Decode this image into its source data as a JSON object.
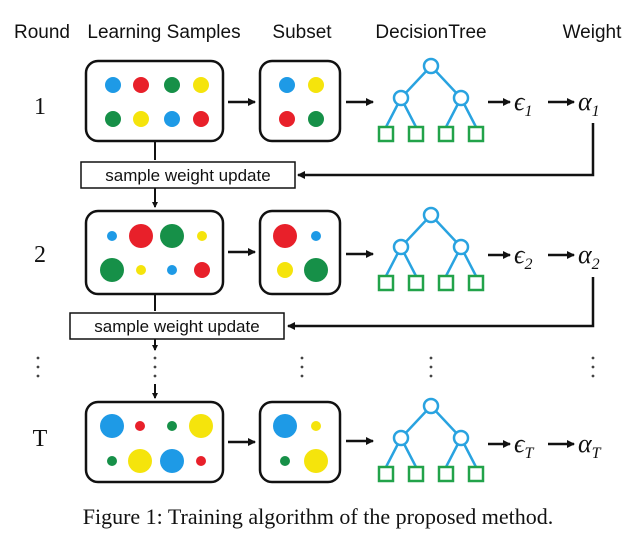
{
  "headers": {
    "round": "Round",
    "learning_samples": "Learning Samples",
    "subset": "Subset",
    "decision_tree": "DecisionTree",
    "weight": "Weight"
  },
  "rounds": [
    {
      "label": "1",
      "epsilon_symbol": "ϵ",
      "epsilon_sub": "1",
      "alpha_symbol": "α",
      "alpha_sub": "1",
      "samples": [
        {
          "color": "blue",
          "size": "medium"
        },
        {
          "color": "red",
          "size": "medium"
        },
        {
          "color": "green",
          "size": "medium"
        },
        {
          "color": "yellow",
          "size": "medium"
        },
        {
          "color": "green",
          "size": "medium"
        },
        {
          "color": "yellow",
          "size": "medium"
        },
        {
          "color": "blue",
          "size": "medium"
        },
        {
          "color": "red",
          "size": "medium"
        }
      ],
      "subset": [
        {
          "color": "blue",
          "size": "medium"
        },
        {
          "color": "yellow",
          "size": "medium"
        },
        {
          "color": "red",
          "size": "medium"
        },
        {
          "color": "green",
          "size": "medium"
        }
      ]
    },
    {
      "label": "2",
      "epsilon_symbol": "ϵ",
      "epsilon_sub": "2",
      "alpha_symbol": "α",
      "alpha_sub": "2",
      "samples": [
        {
          "color": "blue",
          "size": "small"
        },
        {
          "color": "red",
          "size": "large"
        },
        {
          "color": "green",
          "size": "large"
        },
        {
          "color": "yellow",
          "size": "small"
        },
        {
          "color": "green",
          "size": "large"
        },
        {
          "color": "yellow",
          "size": "small"
        },
        {
          "color": "blue",
          "size": "small"
        },
        {
          "color": "red",
          "size": "medium"
        }
      ],
      "subset": [
        {
          "color": "red",
          "size": "large"
        },
        {
          "color": "blue",
          "size": "small"
        },
        {
          "color": "yellow",
          "size": "medium"
        },
        {
          "color": "green",
          "size": "large"
        }
      ]
    },
    {
      "label": "T",
      "epsilon_symbol": "ϵ",
      "epsilon_sub": "T",
      "alpha_symbol": "α",
      "alpha_sub": "T",
      "samples": [
        {
          "color": "blue",
          "size": "large"
        },
        {
          "color": "red",
          "size": "small"
        },
        {
          "color": "green",
          "size": "small"
        },
        {
          "color": "yellow",
          "size": "large"
        },
        {
          "color": "green",
          "size": "small"
        },
        {
          "color": "yellow",
          "size": "large"
        },
        {
          "color": "blue",
          "size": "large"
        },
        {
          "color": "red",
          "size": "small"
        }
      ],
      "subset": [
        {
          "color": "blue",
          "size": "large"
        },
        {
          "color": "yellow",
          "size": "small"
        },
        {
          "color": "green",
          "size": "small"
        },
        {
          "color": "yellow",
          "size": "large"
        }
      ]
    }
  ],
  "update_label": "sample weight update",
  "caption": "Figure 1: Training algorithm of the proposed method.",
  "colors": {
    "blue": "#1e9ae6",
    "red": "#e8202a",
    "green": "#169048",
    "yellow": "#f5e40c",
    "tree_node": "#29a3e0",
    "tree_leaf": "#22a34a",
    "stroke": "#111111"
  }
}
